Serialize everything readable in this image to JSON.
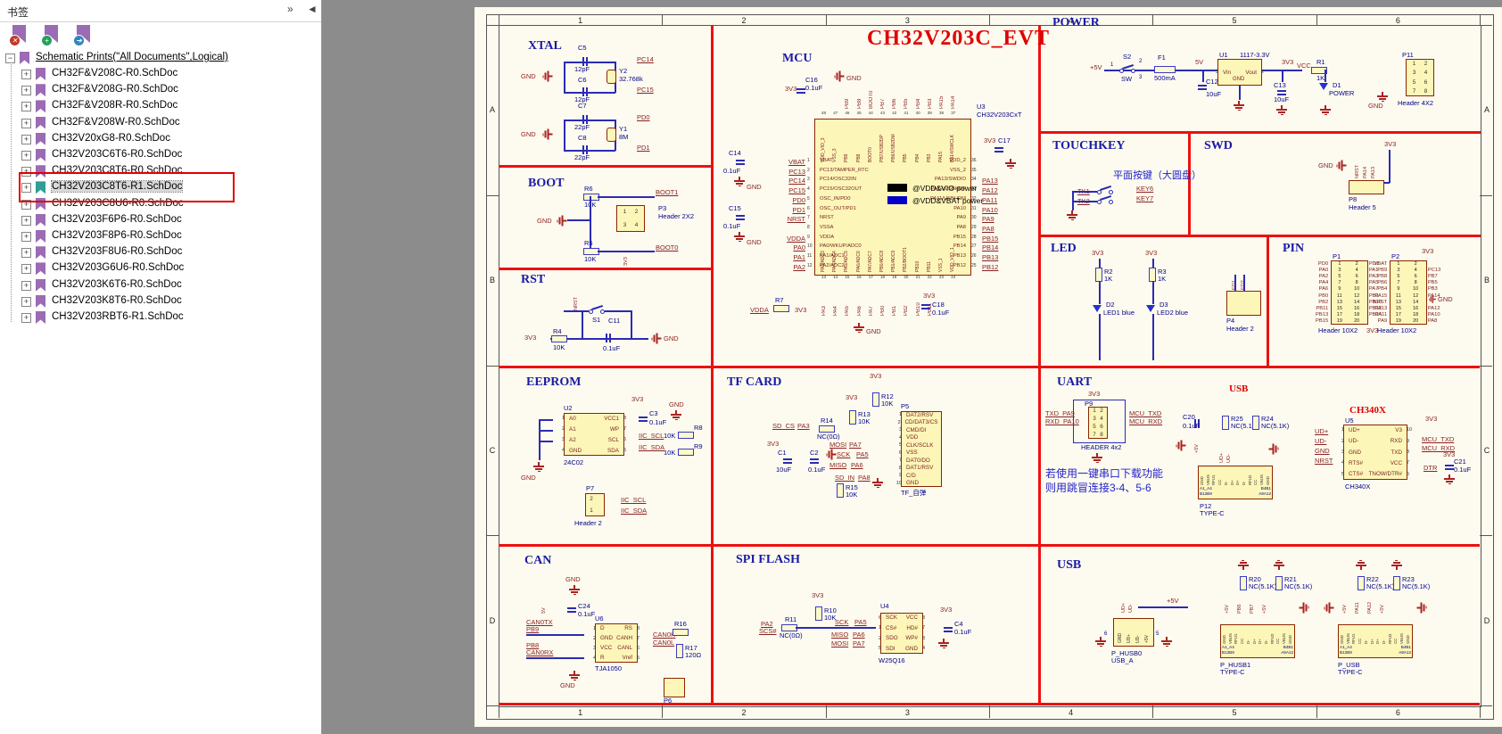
{
  "panel": {
    "title": "书签",
    "collapse_left": "»",
    "collapse_right": "◄",
    "toolbar": [
      {
        "name": "delete-bookmark",
        "badge": "✕",
        "color": "#C0392B"
      },
      {
        "name": "add-bookmark",
        "badge": "+",
        "color": "#27A060"
      },
      {
        "name": "goto-bookmark",
        "badge": "➜",
        "color": "#2E86C1"
      }
    ],
    "root_label": "Schematic Prints(\"All Documents\",Logical)",
    "items": [
      "CH32F&V208C-R0.SchDoc",
      "CH32F&V208G-R0.SchDoc",
      "CH32F&V208R-R0.SchDoc",
      "CH32F&V208W-R0.SchDoc",
      "CH32V20xG8-R0.SchDoc",
      "CH32V203C6T6-R0.SchDoc",
      "CH32V203C8T6-R0.SchDoc",
      "CH32V203C8T6-R1.SchDoc",
      "CH32V203C8U6-R0.SchDoc",
      "CH32V203F6P6-R0.SchDoc",
      "CH32V203F8P6-R0.SchDoc",
      "CH32V203F8U6-R0.SchDoc",
      "CH32V203G6U6-R0.SchDoc",
      "CH32V203K6T6-R0.SchDoc",
      "CH32V203K8T6-R0.SchDoc",
      "CH32V203RBT6-R1.SchDoc"
    ],
    "selected_index": 7
  },
  "sheet": {
    "title": "CH32V203C_EVT",
    "cols": [
      "1",
      "2",
      "3",
      "4",
      "5",
      "6"
    ],
    "rows": [
      "A",
      "B",
      "C",
      "D"
    ]
  },
  "typec": {
    "pins": [
      "GND",
      "VBUS",
      "RFU1",
      "CC",
      "D-",
      "D+",
      "D+",
      "D-",
      "RFU2",
      "CC",
      "VBUS",
      "GND"
    ],
    "tl": "A1_A4",
    "bl": "B12B9",
    "tr": "B4B1",
    "br": "A9A12"
  },
  "mcu": {
    "title": "MCU",
    "des": "U3",
    "part": "CH32V203CxT",
    "left": [
      [
        "VBAT",
        "1",
        "VBAT"
      ],
      [
        "PC13",
        "2",
        "PC13/TAMPER_RTC"
      ],
      [
        "PC14",
        "3",
        "PC14/OSC32IN"
      ],
      [
        "PC15",
        "4",
        "PC15/OSC32OUT"
      ],
      [
        "PD0",
        "5",
        "OSC_IN/PD0"
      ],
      [
        "PD1",
        "6",
        "OSC_OUT/PD1"
      ],
      [
        "NRST",
        "7",
        "NRST"
      ],
      [
        "",
        "8",
        "VSSA"
      ],
      [
        "VDDA",
        "9",
        "VDDA"
      ],
      [
        "PA0",
        "10",
        "PA0/WKUP/ADC0"
      ],
      [
        "PA1",
        "11",
        "PA1/ADC1"
      ],
      [
        "PA2",
        "12",
        "PA2/ADC2"
      ]
    ],
    "right": [
      [
        "VDD_2",
        "36",
        ""
      ],
      [
        "VSS_2",
        "35",
        ""
      ],
      [
        "PA13/SWDIO",
        "34",
        "PA13"
      ],
      [
        "PA12/USBHDP",
        "33",
        "PA12"
      ],
      [
        "PA11/USBHDM",
        "32",
        "PA11"
      ],
      [
        "PA10",
        "31",
        "PA10"
      ],
      [
        "PA9",
        "30",
        "PA9"
      ],
      [
        "PA8",
        "29",
        "PA8"
      ],
      [
        "PB15",
        "28",
        "PB15"
      ],
      [
        "PB14",
        "27",
        "PB14"
      ],
      [
        "PB13",
        "26",
        "PB13"
      ],
      [
        "PB12",
        "25",
        "PB12"
      ]
    ],
    "top_names": [
      "VDD_VIO_3",
      "VSS_3",
      "PB9",
      "PB8",
      "BOOT0",
      "PB7/USB2DP",
      "PB6/USB2DM",
      "PB5",
      "PB4",
      "PB3",
      "PA15",
      "PA14/SWCLK"
    ],
    "top_nets": [
      "",
      "",
      "PB9",
      "PB8",
      "BOOT0",
      "PB7",
      "PB6",
      "PB5",
      "PB4",
      "PB3",
      "PA15",
      "PA14"
    ],
    "bottom_names": [
      "PA3/ADC3",
      "PA4/ADC4",
      "PA5/ADC5",
      "PA6/ADC6",
      "PA7/ADC7",
      "PB0/ADC8",
      "PB1/ADC9",
      "PB2/BOOT1",
      "PB10",
      "PB11",
      "VSS_1",
      "VDD_VIO_1"
    ],
    "bottom_nets": [
      "PA3",
      "PA4",
      "PA5",
      "PA6",
      "PA7",
      "PB0",
      "PB1",
      "PB2",
      "PB10",
      "PB11",
      "",
      ""
    ],
    "v3": "3V3",
    "c16": "C16",
    "c16v": "0.1uF",
    "gnd": "GND",
    "c14": "C14",
    "c14v": "0.1uF",
    "gnd14": "GND",
    "c15": "C15",
    "c15v": "0.1uF",
    "gnd15": "GND",
    "v17": "3V3",
    "c17": "C17",
    "vdda": "VDDA",
    "r7": "R7",
    "v3b": "3V3",
    "c18": "C18",
    "c18v": "0.1uF",
    "v18": "3V3",
    "gndb": "GND",
    "leg1": "@VDD&VIO power",
    "leg2": "@VDD&VBAT power",
    "leg2_color": "#0000C8"
  },
  "sections": {
    "xtal": {
      "title": "XTAL",
      "c5": "C5",
      "c5v": "12pF",
      "c6": "C6",
      "c6v": "12pF",
      "y2": "Y2",
      "y2v": "32.768k",
      "pc14": "PC14",
      "pc15": "PC15",
      "gnd1": "GND",
      "c7": "C7",
      "c7v": "22pF",
      "c8": "C8",
      "c8v": "22pF",
      "y1": "Y1",
      "y1v": "8M",
      "pd0": "PD0",
      "pd1": "PD1",
      "gnd2": "GND"
    },
    "boot": {
      "title": "BOOT",
      "r6": "R6",
      "r6v": "10K",
      "boot1": "BOOT1",
      "p3": "P3",
      "p3v": "Header 2X2",
      "p3rows": [
        [
          "",
          "1",
          "2",
          ""
        ],
        [
          "",
          "3",
          "4",
          ""
        ]
      ],
      "gnd": "GND",
      "r5": "R5",
      "r5v": "10K",
      "boot0": "BOOT0",
      "v3": "3V3"
    },
    "rst": {
      "title": "RST",
      "nrst": "NRST",
      "s1": "S1",
      "c11": "C11",
      "c11v": "0.1uF",
      "r4": "R4",
      "r4v": "10K",
      "v3": "3V3",
      "gnd": "GND"
    },
    "power": {
      "title": "POWER",
      "p5v": "+5V",
      "s2": "S2",
      "sw": "SW",
      "n1": "1",
      "n2": "2",
      "n3": "3",
      "f1": "F1",
      "f1v": "500mA",
      "n5": "5V",
      "c12": "C12",
      "c12v": "10uF",
      "u1": "U1",
      "u1v": "1117-3.3V",
      "u1rows": [
        [
          "3",
          "Vin",
          "Vout",
          "2"
        ]
      ],
      "u1gnd": "GND",
      "v3": "3V3",
      "vcc": "VCC",
      "r1": "R1",
      "r1v": "1K",
      "d1": "D1",
      "d1v": "POWER",
      "c13": "C13",
      "c13v": "10uF",
      "p11": "P11",
      "p11v": "Header 4X2",
      "p11rows": [
        [
          "",
          "1",
          "2",
          ""
        ],
        [
          "",
          "3",
          "4",
          ""
        ],
        [
          "",
          "5",
          "6",
          ""
        ],
        [
          "",
          "7",
          "8",
          ""
        ]
      ],
      "gnd": "GND"
    },
    "touchkey": {
      "title": "TOUCHKEY",
      "note": "平面按键（大圆盘）",
      "tk1": "TK1",
      "tk2": "TK2",
      "key6": "KEY6",
      "key7": "KEY7"
    },
    "swd": {
      "title": "SWD",
      "gnd": "GND",
      "nets": [
        "NRST",
        "PA14",
        "PA13"
      ],
      "v3": "3V3",
      "p8": "P8",
      "p8v": "Header 5"
    },
    "led": {
      "title": "LED",
      "v3a": "3V3",
      "v3b": "3V3",
      "r2": "R2",
      "r2v": "1K",
      "r3": "R3",
      "r3v": "1K",
      "d2": "D2",
      "d2v": "LED1  blue",
      "d3": "D3",
      "d3v": "LED2  blue",
      "p4": "P4",
      "p4v": "Header 2",
      "p4nets": [
        "LED1",
        "LED2"
      ]
    },
    "pin": {
      "title": "PIN",
      "p1": "P1",
      "p1v": "Header 10X2",
      "p1net": "3V3",
      "p1l": [
        "PD0",
        "PA0",
        "PA2",
        "PA4",
        "PA6",
        "PB0",
        "PB2",
        "PB11",
        "PB13",
        "PB15"
      ],
      "p1r": [
        "PD1",
        "PA1",
        "PA3",
        "PA5",
        "PA7",
        "PB1",
        "PB10",
        "PB12",
        "PB14",
        ""
      ],
      "p2": "P2",
      "p2v": "Header 10X2",
      "p2net": "3V3",
      "p2gnd": "GND",
      "p2l": [
        "VBAT",
        "PB9",
        "PB8",
        "PB6",
        "PB4",
        "PA15",
        "NRST",
        "PA13",
        "PA11",
        "PA9"
      ],
      "p2r": [
        "",
        "PC13",
        "PB7",
        "PB5",
        "PB3",
        "PA14",
        "",
        "PA12",
        "PA10",
        "PA8"
      ]
    },
    "eeprom": {
      "title": "EEPROM",
      "u2": "U2",
      "u2v": "24C02",
      "u2rows": [
        [
          "1",
          "A0",
          "VCC1",
          "8"
        ],
        [
          "2",
          "A1",
          "WP",
          "7"
        ],
        [
          "3",
          "A2",
          "SCL",
          "6"
        ],
        [
          "4",
          "GND",
          "SDA",
          "5"
        ]
      ],
      "v3": "3V3",
      "c3": "C3",
      "c3v": "0.1uF",
      "gndr": "GND",
      "scl": "IIC_SCL",
      "sda": "IIC_SDA",
      "r8": "R8",
      "r8v": "10K",
      "r9": "R9",
      "r9v": "10K",
      "gndl": "GND",
      "p7": "P7",
      "p7v": "Header 2",
      "p7rows": [
        [
          "",
          "2",
          "",
          ""
        ],
        [
          "",
          "1",
          "",
          ""
        ]
      ],
      "scl2": "IIC_SCL",
      "sda2": "IIC_SDA"
    },
    "tf": {
      "title": "TF CARD",
      "v3a": "3V3",
      "r12": "R12",
      "r12v": "10K",
      "v3b": "3V3",
      "r13": "R13",
      "r13v": "10K",
      "sdcs": "SD_CS",
      "pa3": "PA3",
      "r14": "R14",
      "r14v": "NC(0Ω)",
      "mosi": "MOSI",
      "pa7": "PA7",
      "v3c": "3V3",
      "c1": "C1",
      "c1v": "10uF",
      "c2": "C2",
      "c2v": "0.1uF",
      "gnd1": "GND",
      "sck": "SCK",
      "pa5": "PA5",
      "miso": "MISO",
      "pa6": "PA6",
      "sdin": "SD_IN",
      "pa8": "PA8",
      "r15": "R15",
      "r15v": "10K",
      "gnd2": "GND",
      "p5": "P5",
      "p5v": "TF_自弹",
      "p5rows": [
        [
          "1",
          "DAT2/RSV",
          "",
          ""
        ],
        [
          "2",
          "CD/DAT3/CS",
          "",
          ""
        ],
        [
          "3",
          "CMD/DI",
          "",
          ""
        ],
        [
          "4",
          "VDD",
          "",
          ""
        ],
        [
          "5",
          "CLK/SCLK",
          "",
          ""
        ],
        [
          "6",
          "VSS",
          "",
          ""
        ],
        [
          "7",
          "DAT0/DO",
          "",
          ""
        ],
        [
          "8",
          "DAT1/RSV",
          "",
          ""
        ],
        [
          "9",
          "C/D",
          "",
          ""
        ],
        [
          "10",
          "GND",
          "",
          ""
        ]
      ]
    },
    "uart": {
      "title": "UART",
      "v3": "3V3",
      "p9": "P9",
      "p9v": "HEADER 4x2",
      "p9rows": [
        [
          "",
          "1",
          "2",
          ""
        ],
        [
          "",
          "3",
          "4",
          ""
        ],
        [
          "",
          "5",
          "6",
          ""
        ],
        [
          "",
          "7",
          "8",
          ""
        ]
      ],
      "txd": "TXD_PA9",
      "rxd": "RXD_PA10",
      "mtxd": "MCU_TXD",
      "mrxd": "MCU_RXD",
      "gnd": "GND",
      "note1": "若使用一键串口下载功能",
      "note2": "则用跳冒连接3-4、5-6",
      "usb": "USB",
      "c20": "C20",
      "c20v": "0.1uF",
      "r25": "R25",
      "r25v": "NC(5.1K)",
      "r24": "R24",
      "r24v": "NC(5.1K)",
      "p5v": "+5V",
      "gnd2": "GND",
      "tcnets": [
        "UD+",
        "UD-"
      ],
      "p12": "P12",
      "p12v": "TYPE-C",
      "ch340": "CH340X",
      "u5": "U5",
      "u5v": "CH340X",
      "u5rows": [
        [
          "1",
          "UD+",
          "V3",
          "10"
        ],
        [
          "2",
          "UD-",
          "RXD",
          "9"
        ],
        [
          "3",
          "GND",
          "TXD",
          "8"
        ],
        [
          "4",
          "RTS#",
          "VCC",
          "7"
        ],
        [
          "5",
          "CTS#",
          "TNOW/DTR#",
          "6"
        ]
      ],
      "udp": "UD+",
      "udm": "UD-",
      "gnd3": "GND",
      "nrst": "NRST",
      "v3b": "3V3",
      "mtxd2": "MCU_TXD",
      "mrxd2": "MCU_RXD",
      "v3c": "3V3",
      "dtr": "DTR",
      "c21": "C21",
      "c21v": "0.1uF",
      "gnd4": "GND"
    },
    "can": {
      "title": "CAN",
      "gnd1": "GND",
      "c24": "C24",
      "c24v": "0.1uF",
      "v5": "5V",
      "tx1": "CAN0TX",
      "tx2": "PB9",
      "rx1": "PB8",
      "rx2": "CAN0RX",
      "u6": "U6",
      "u6v": "TJA1050",
      "u6rows": [
        [
          "1",
          "D",
          "RS",
          "8"
        ],
        [
          "2",
          "GND",
          "CANH",
          "7"
        ],
        [
          "3",
          "VCC",
          "CANL",
          "6"
        ],
        [
          "4",
          "R",
          "Vref",
          "5"
        ]
      ],
      "h": "CAN0H",
      "l": "CAN0L",
      "r16": "R16",
      "r17": "R17",
      "r17v": "120Ω",
      "gnd2": "GND",
      "p6": "P6"
    },
    "spi": {
      "title": "SPI FLASH",
      "pa2": "PA2",
      "scs": "SCS#",
      "r11": "R11",
      "r11v": "NC(0Ω)",
      "r10": "R10",
      "r10v": "10K",
      "v3a": "3V3",
      "sck": "SCK",
      "pa5": "PA5",
      "miso": "MISO",
      "pa6": "PA6",
      "mosi": "MOSI",
      "pa7": "PA7",
      "u4": "U4",
      "u4v": "W25Q16",
      "u4rows": [
        [
          "6",
          "SCK",
          "VCC",
          "8"
        ],
        [
          "1",
          "CS#",
          "HD#",
          "7"
        ],
        [
          "2",
          "SDO",
          "WP#",
          "3"
        ],
        [
          "5",
          "SDI",
          "GND",
          "4"
        ]
      ],
      "v3b": "3V3",
      "c4": "C4",
      "c4v": "0.1uF",
      "gnd": "GND"
    },
    "usb": {
      "title": "USB",
      "p5v": "+5V",
      "usbanets": [
        "UD+",
        "UD-"
      ],
      "usba": {
        "des": "P_HUSB0",
        "val": "USB_A",
        "pins": [
          "GND",
          "UD+",
          "UD-",
          "+5V"
        ],
        "n6": "6",
        "n5": "5"
      },
      "r20": "R20",
      "r20v": "NC(5.1K)",
      "r21": "R21",
      "r21v": "NC(5.1K)",
      "tc1nets": [
        "+5V",
        "PB6",
        "PB7",
        "+5V"
      ],
      "tc1des": "P_HUSB1",
      "tc1val": "TYPE-C",
      "r22": "R22",
      "r22v": "NC(5.1K)",
      "r23": "R23",
      "r23v": "NC(5.1K)",
      "tc2nets": [
        "+5V",
        "PA11",
        "PA12",
        "+5V"
      ],
      "tc2des": "P_USB",
      "tc2val": "TYPE-C"
    }
  }
}
